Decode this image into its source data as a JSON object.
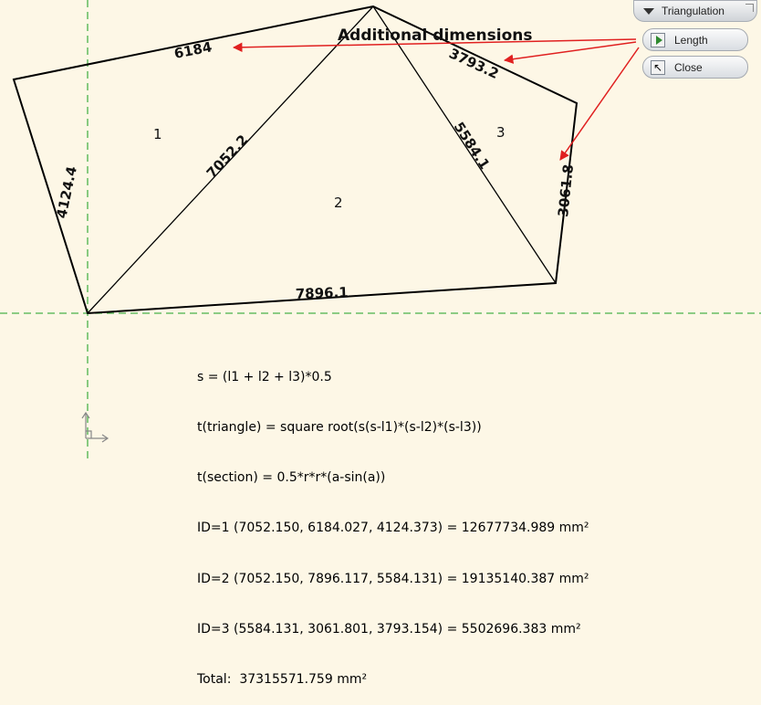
{
  "drawing": {
    "dimensions": [
      "6184",
      "3793.2",
      "7052.2",
      "5584.1",
      "4124.4",
      "3061.8",
      "7896.1"
    ],
    "triangle_ids": [
      "1",
      "2",
      "3"
    ],
    "annotation": "Additional dimensions"
  },
  "info": {
    "lines": [
      "s = (l1 + l2 + l3)*0.5",
      "t(triangle) = square root(s(s-l1)*(s-l2)*(s-l3))",
      "t(section) = 0.5*r*r*(a-sin(a))",
      "ID=1 (7052.150, 6184.027, 4124.373) = 12677734.989 mm²",
      "ID=2 (7052.150, 7896.117, 5584.131) = 19135140.387 mm²",
      "ID=3 (5584.131, 3061.801, 3793.154) = 5502696.383 mm²",
      "Total:  37315571.759 mm²"
    ]
  },
  "panel": {
    "title": "Triangulation",
    "length_label": "Length",
    "close_label": "Close"
  },
  "colors": {
    "background": "#fdf7e6",
    "guide": "#4ab34a",
    "arrow": "#e02020",
    "line": "#000000"
  }
}
